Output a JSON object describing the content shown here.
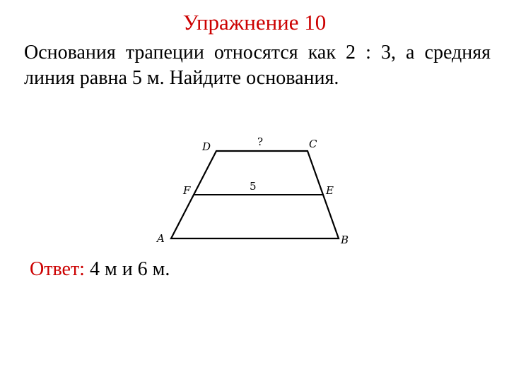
{
  "title": "Упражнение 10",
  "problem": {
    "text": "Основания трапеции относятся как 2 : 3, а средняя линия равна 5 м. Найдите основания."
  },
  "figure": {
    "vertices": {
      "A": "A",
      "B": "B",
      "C": "C",
      "D": "D",
      "E": "E",
      "F": "F"
    },
    "top_base_label": "?",
    "midline_label": "5"
  },
  "answer": {
    "label": "Ответ:",
    "value": " 4 м и 6 м."
  },
  "colors": {
    "title": "#cc0000",
    "answer_label": "#cc0000",
    "text": "#000000"
  }
}
